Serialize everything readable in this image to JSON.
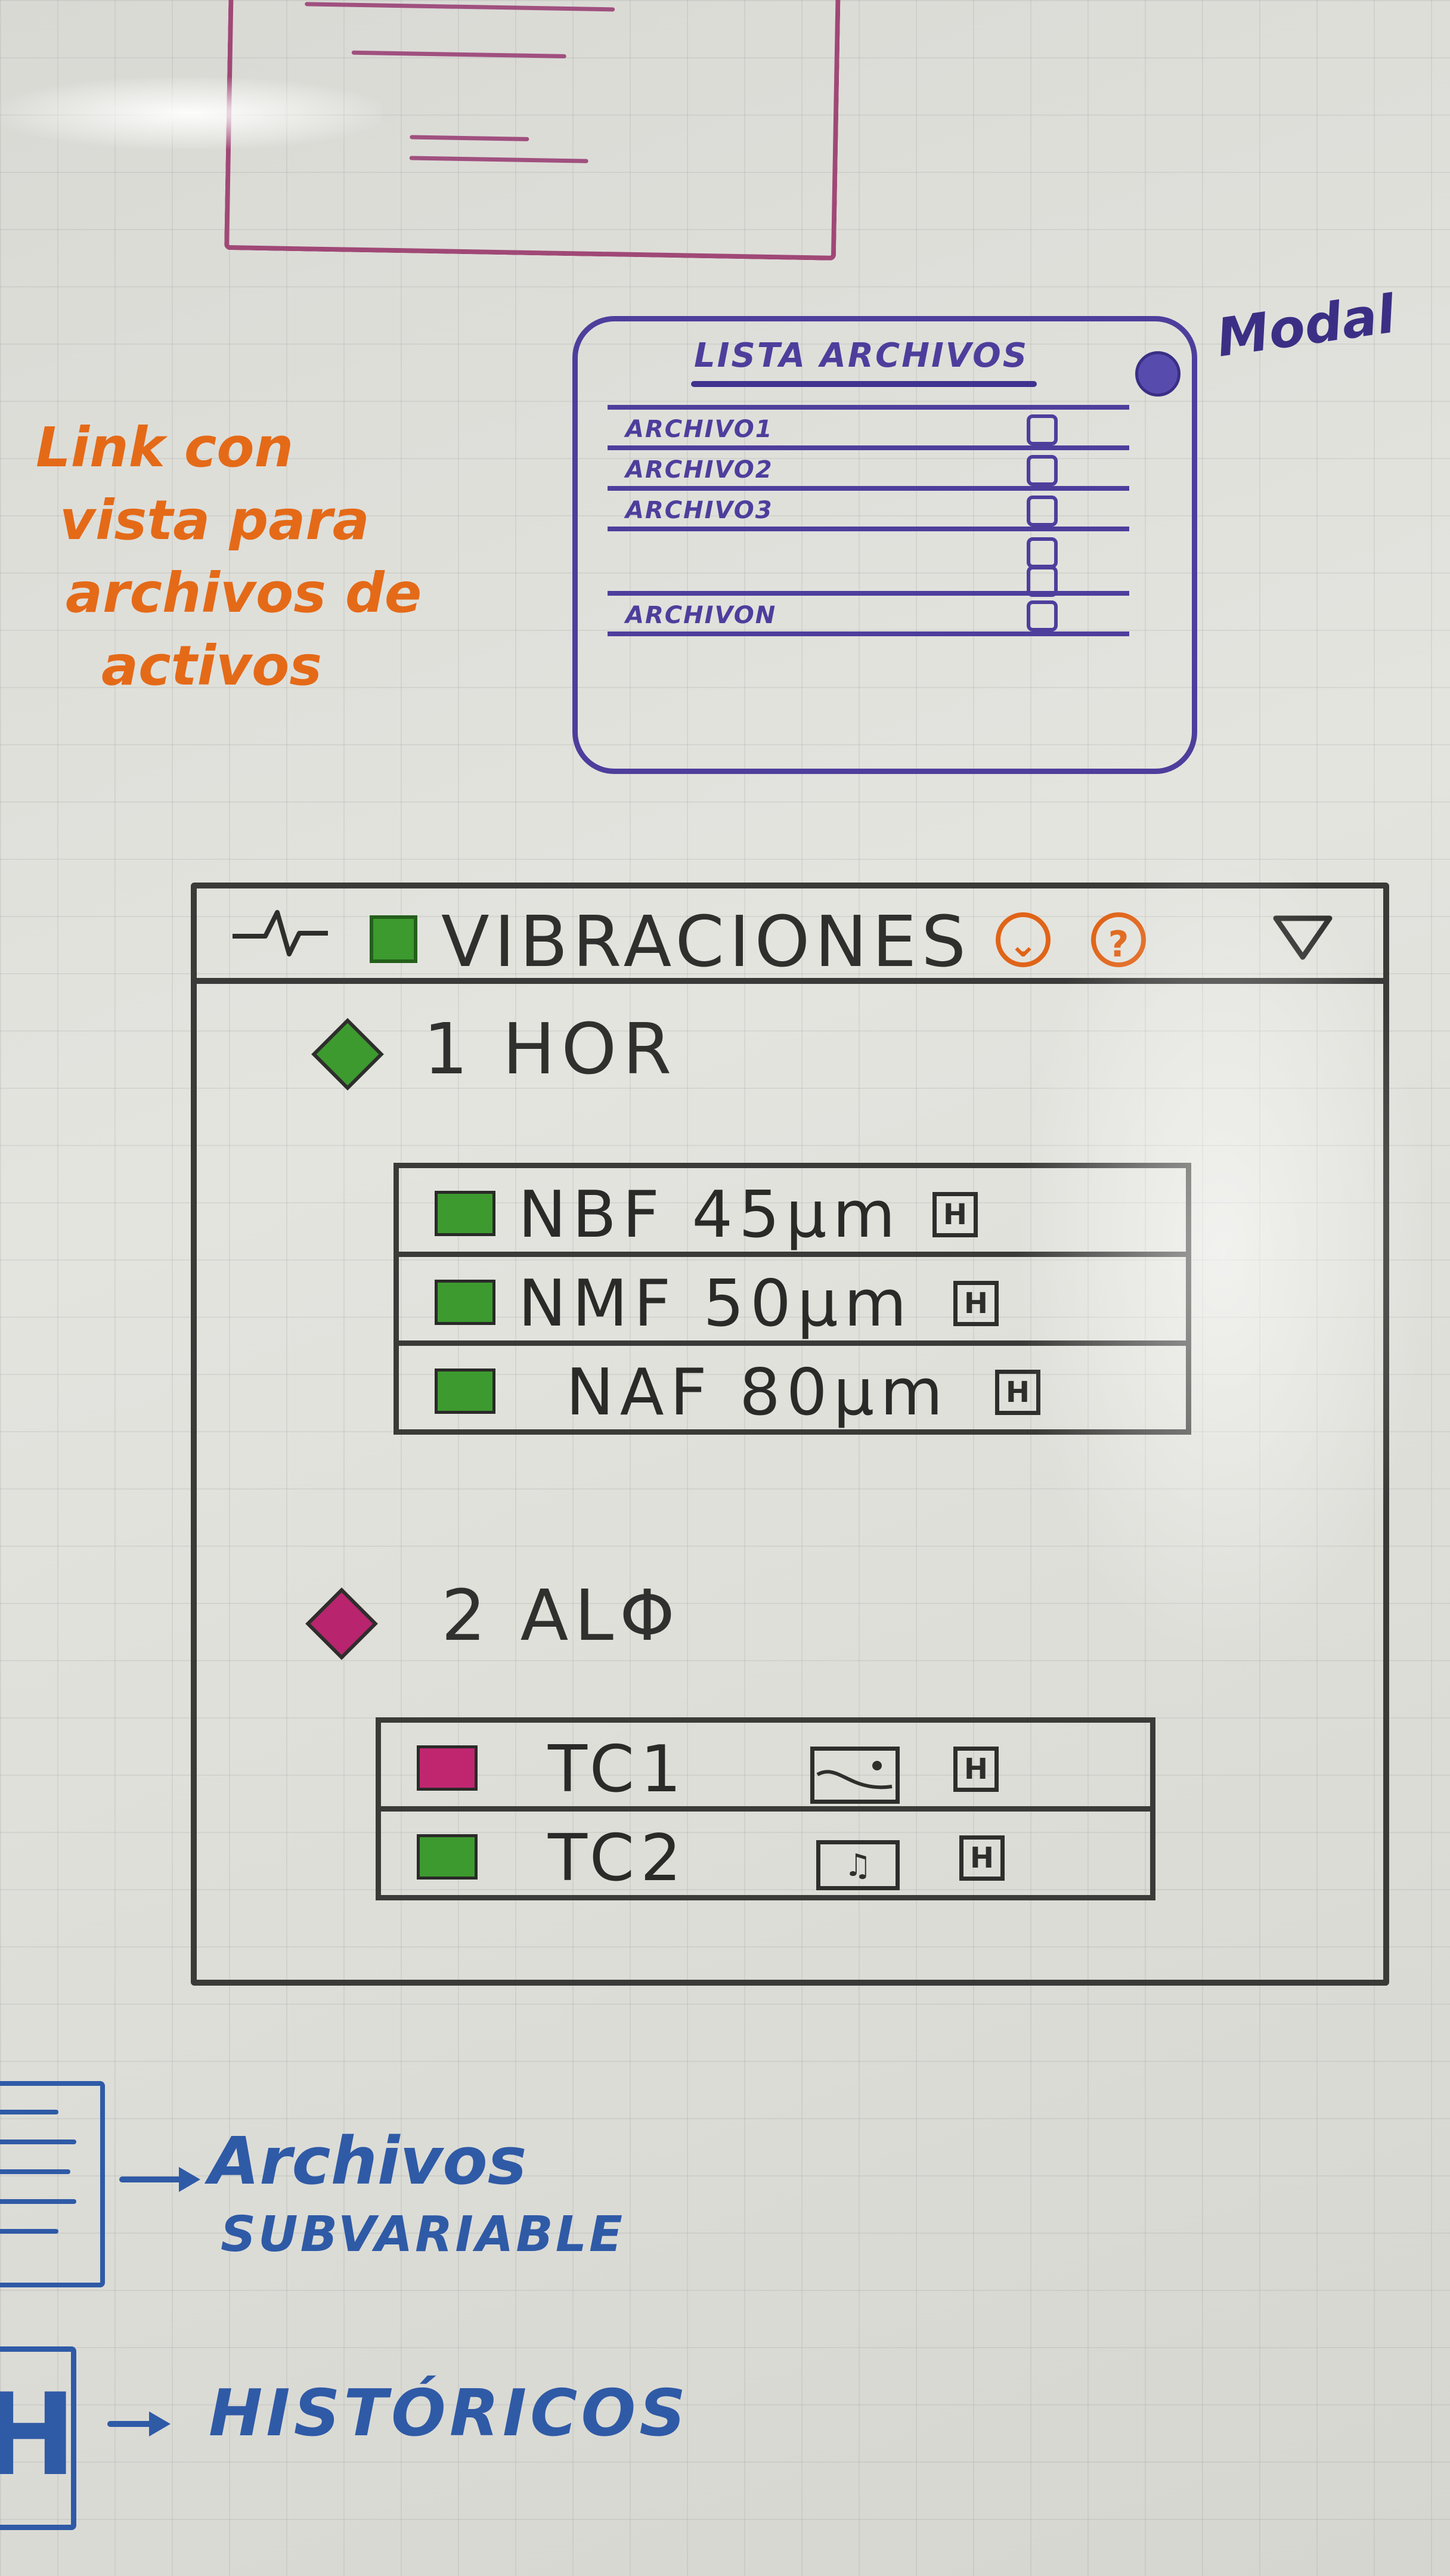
{
  "modal": {
    "title": "LISTA ARCHIVOS",
    "note": "Modal",
    "files": [
      {
        "label": "ARCHIVO1"
      },
      {
        "label": "ARCHIVO2"
      },
      {
        "label": "ARCHIVO3"
      },
      {
        "label": ""
      },
      {
        "label": "ARCHIVON"
      }
    ]
  },
  "orange_note": {
    "lines": [
      "Link con",
      "vista para",
      "archivos de",
      "activos"
    ]
  },
  "widget": {
    "title": "VIBRACIONES",
    "header_icons": [
      "pulse-icon",
      "status-square",
      "download-circle-icon",
      "help-circle-icon",
      "dropdown-triangle-icon"
    ],
    "circle_1": "⌄",
    "circle_2": "?",
    "groups": [
      {
        "label": "1 HOR",
        "status_color": "#3d9a2f",
        "rows": [
          {
            "label": "NBF 45μm",
            "status_color": "#3d9a2f",
            "history": "H"
          },
          {
            "label": "NMF 50μm",
            "status_color": "#3d9a2f",
            "history": "H"
          },
          {
            "label": "NAF 80μm",
            "status_color": "#3d9a2f",
            "history": "H"
          }
        ]
      },
      {
        "label": "2 ALΦ",
        "status_color": "#b8246e",
        "rows": [
          {
            "label": "TC1",
            "status_color": "#c02670",
            "attachment": "image-icon",
            "history": "H"
          },
          {
            "label": "TC2",
            "status_color": "#3d9a2f",
            "attachment": "audio-icon",
            "history": "H"
          }
        ]
      }
    ]
  },
  "legend": {
    "files_line1": "Archivos",
    "files_line2": "SUBVARIABLE",
    "history": "HISTÓRICOS",
    "history_icon_letter": "H"
  },
  "colors": {
    "purple": "#4e3e9c",
    "orange": "#e46a18",
    "blue": "#2f5aa6",
    "green": "#3d9a2f",
    "magenta": "#c02670"
  }
}
